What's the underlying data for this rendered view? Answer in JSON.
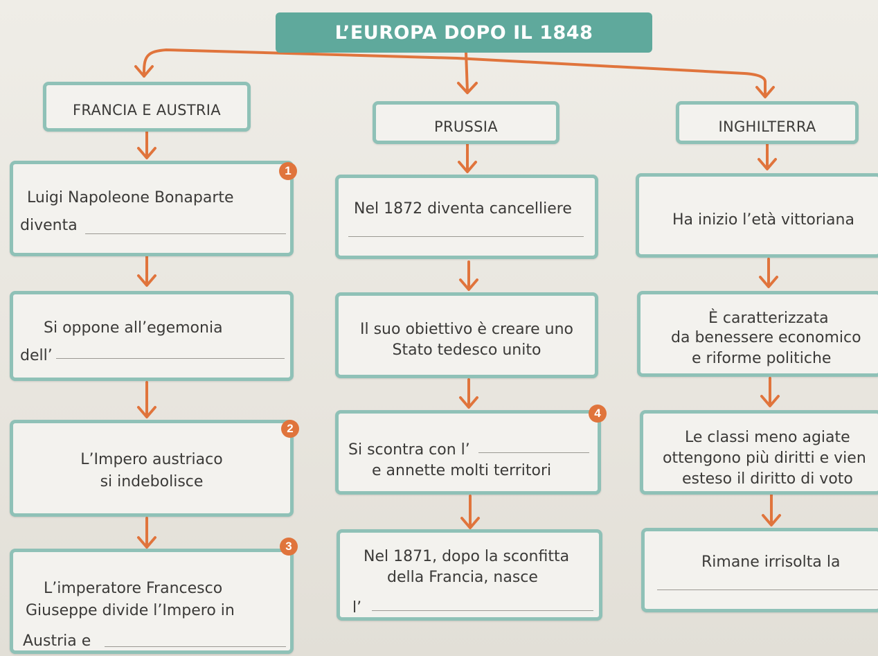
{
  "title": "L’EUROPA DOPO IL 1848",
  "columns": [
    {
      "heading": "FRANCIA E AUSTRIA",
      "boxes": [
        {
          "lines": [
            "Luigi Napoleone Bonaparte",
            "diventa"
          ],
          "badge": "1"
        },
        {
          "lines": [
            "Si oppone all’egemonia",
            "dell’"
          ]
        },
        {
          "lines": [
            "L’Impero austriaco",
            "si indebolisce"
          ],
          "badge": "2"
        },
        {
          "lines": [
            "L’imperatore Francesco",
            "Giuseppe divide l’Impero in",
            "Austria e"
          ],
          "badge": "3"
        }
      ]
    },
    {
      "heading": "PRUSSIA",
      "boxes": [
        {
          "lines": [
            "Nel 1872 diventa cancelliere"
          ]
        },
        {
          "lines": [
            "Il suo obiettivo è creare uno",
            "Stato tedesco unito"
          ]
        },
        {
          "lines": [
            "Si scontra con l’",
            "e annette molti territori"
          ],
          "badge": "4"
        },
        {
          "lines": [
            "Nel 1871, dopo la sconfitta",
            "della  Francia, nasce",
            "l’"
          ]
        }
      ]
    },
    {
      "heading": "INGHILTERRA",
      "boxes": [
        {
          "lines": [
            "Ha inizio l’età vittoriana"
          ]
        },
        {
          "lines": [
            "È caratterizzata",
            "da benessere economico",
            "e riforme politiche"
          ]
        },
        {
          "lines": [
            "Le classi meno agiate",
            "ottengono più diritti e vien",
            "esteso il diritto di voto"
          ]
        },
        {
          "lines": [
            "Rimane irrisolta la"
          ]
        }
      ]
    }
  ],
  "colors": {
    "title_bg": "#5fa99c",
    "box_border": "#8fc1b7",
    "arrow": "#e0743c",
    "badge": "#e0743c",
    "text": "#3b3a38"
  }
}
